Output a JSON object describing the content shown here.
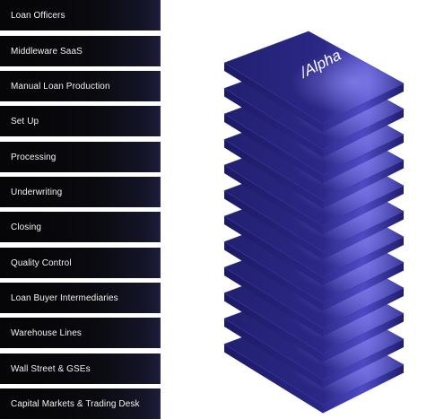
{
  "stages": [
    {
      "label": "Loan Officers"
    },
    {
      "label": "Middleware SaaS"
    },
    {
      "label": "Manual Loan Production"
    },
    {
      "label": "Set Up"
    },
    {
      "label": "Processing"
    },
    {
      "label": "Underwriting"
    },
    {
      "label": "Closing"
    },
    {
      "label": "Quality Control"
    },
    {
      "label": "Loan Buyer Intermediaries"
    },
    {
      "label": "Warehouse Lines"
    },
    {
      "label": "Wall Street & GSEs"
    },
    {
      "label": "Capital Markets & Trading Desk"
    }
  ],
  "stack": {
    "brand_text": "/Alpha",
    "layer_color": "#27247c",
    "layer_side_color": "#1b1960",
    "highlight_color": "#4a46c0"
  }
}
